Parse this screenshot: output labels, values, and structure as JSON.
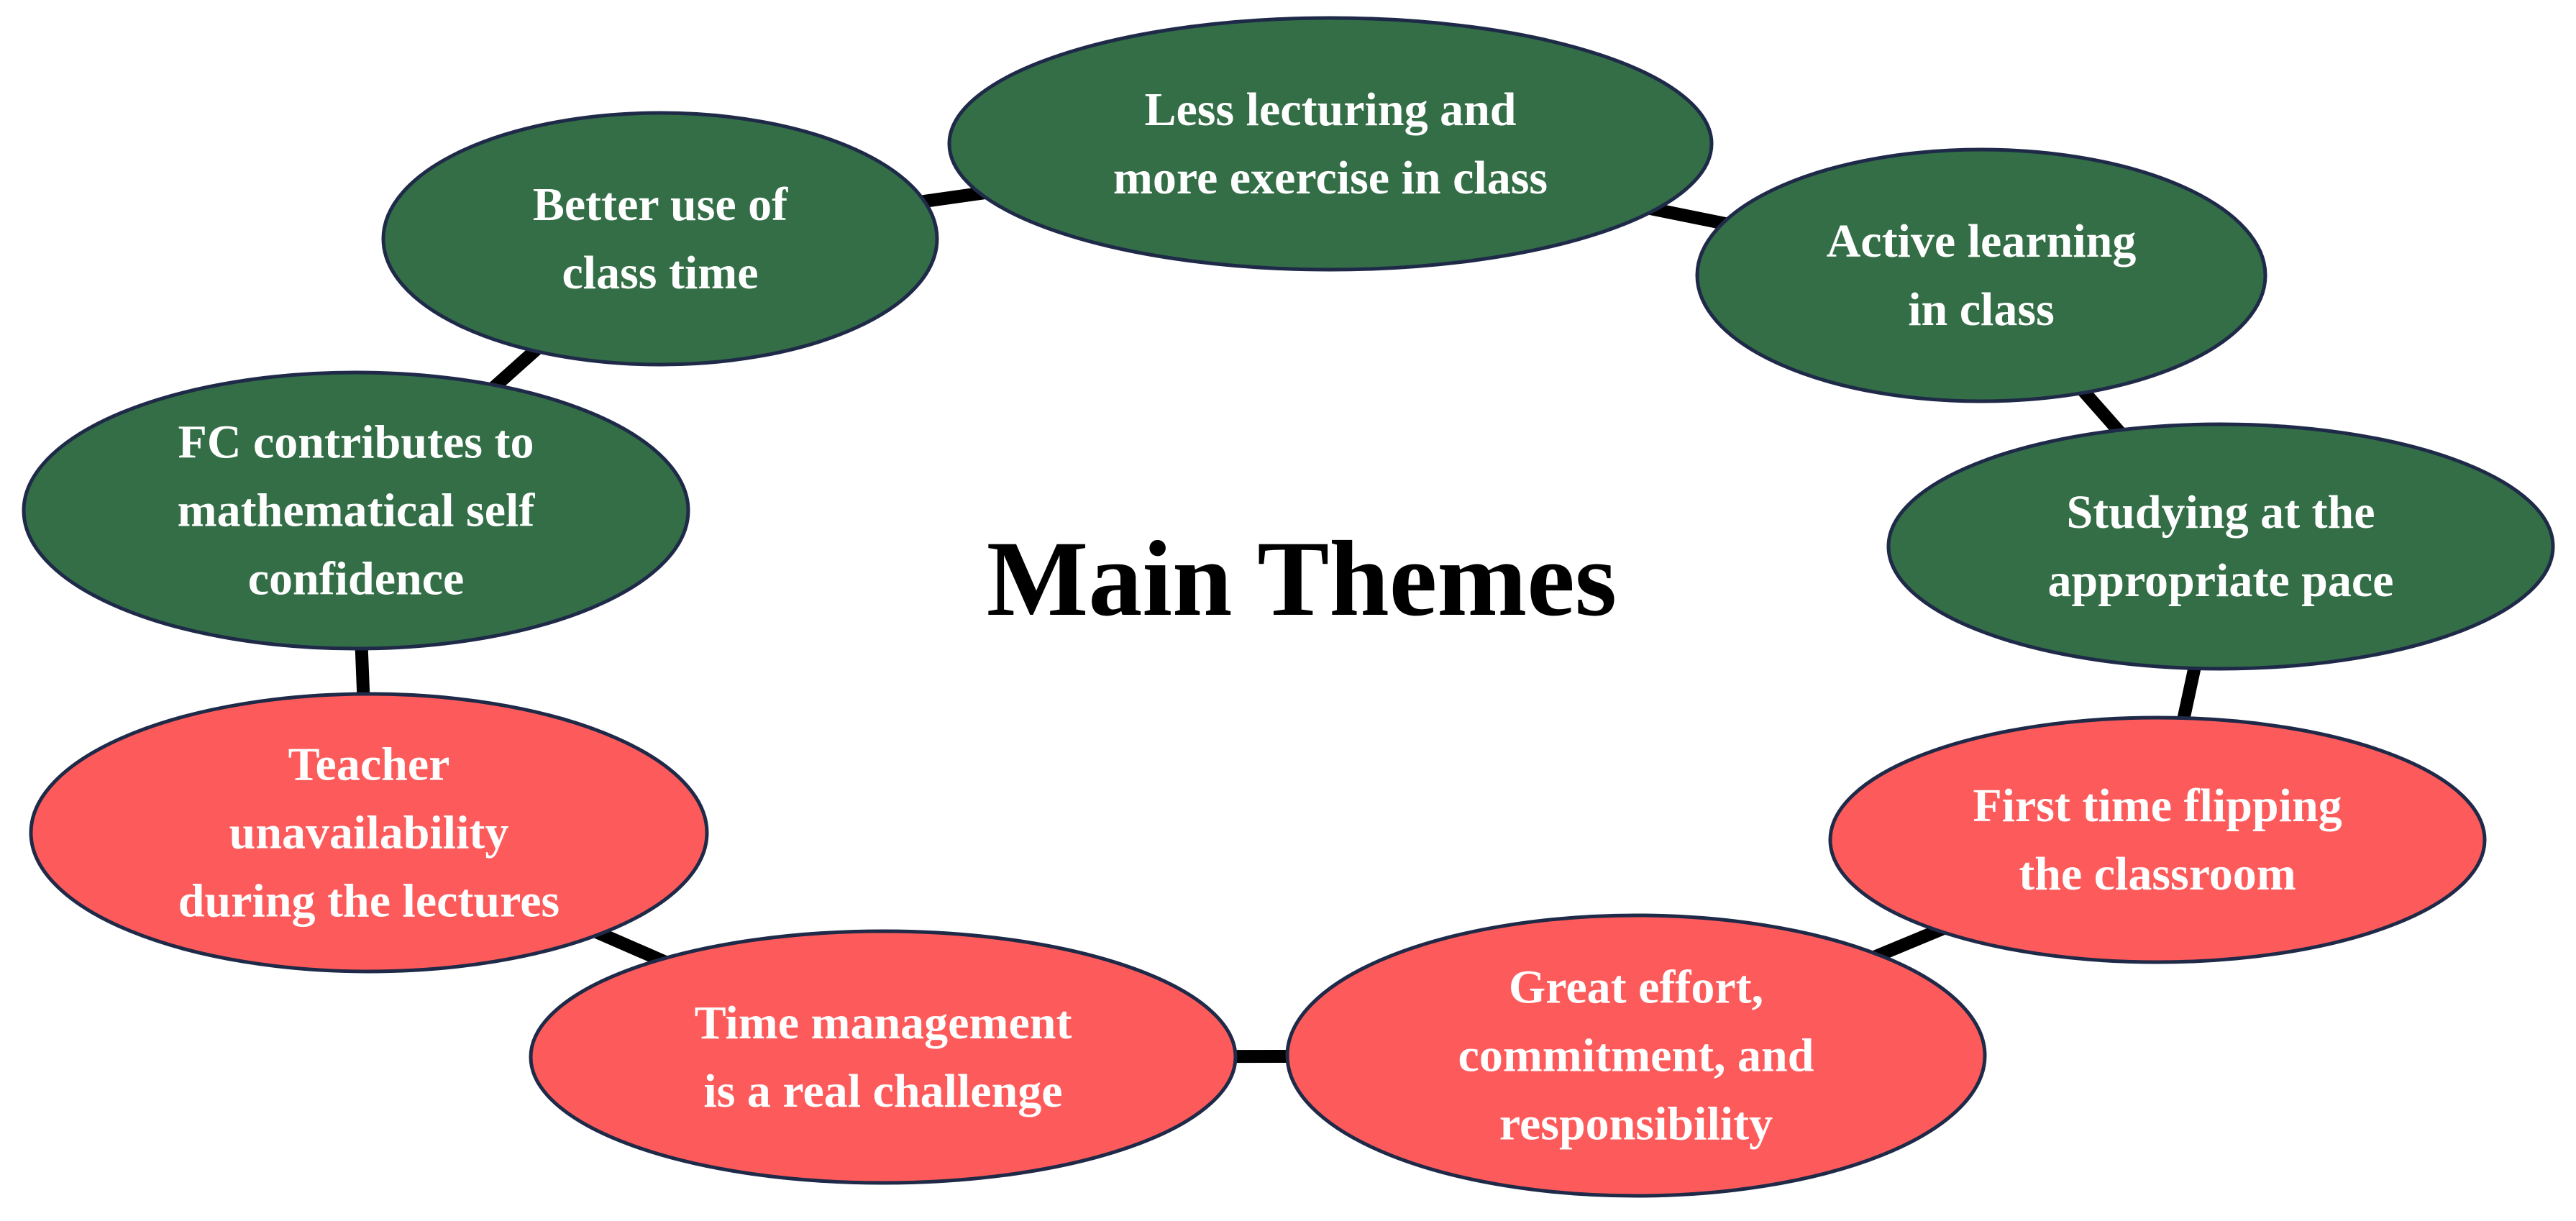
{
  "title": "Main Themes",
  "colors": {
    "positive": "#336e47",
    "negative": "#fd5b5b",
    "outline": "#1f2a48",
    "connector": "#000000",
    "text": "#ffffff"
  },
  "nodes": [
    {
      "id": "less-lecturing",
      "group": "positive",
      "lines": [
        "Less lecturing and",
        "more exercise in class"
      ]
    },
    {
      "id": "active-learning",
      "group": "positive",
      "lines": [
        "Active learning",
        "in class"
      ]
    },
    {
      "id": "studying-pace",
      "group": "positive",
      "lines": [
        "Studying at the",
        "appropriate pace"
      ]
    },
    {
      "id": "first-time-flipping",
      "group": "negative",
      "lines": [
        "First time flipping",
        "the classroom"
      ]
    },
    {
      "id": "great-effort",
      "group": "negative",
      "lines": [
        "Great effort,",
        "commitment, and",
        "responsibility"
      ]
    },
    {
      "id": "time-management",
      "group": "negative",
      "lines": [
        "Time management",
        "is a real challenge"
      ]
    },
    {
      "id": "teacher-unavailability",
      "group": "negative",
      "lines": [
        "Teacher",
        "unavailability",
        "during the lectures"
      ]
    },
    {
      "id": "fc-self-confidence",
      "group": "positive",
      "lines": [
        "FC contributes to",
        "mathematical self",
        "confidence"
      ]
    },
    {
      "id": "better-use-class-time",
      "group": "positive",
      "lines": [
        "Better use of",
        "class time"
      ]
    }
  ]
}
